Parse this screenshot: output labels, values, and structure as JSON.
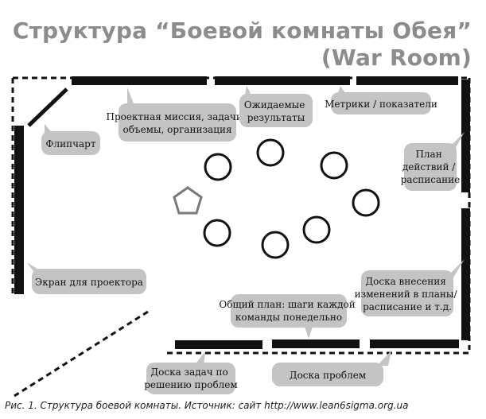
{
  "title": {
    "line1": "Структура “Боевой комнаты Обея”",
    "line2": "(War Room)"
  },
  "callouts": {
    "project_mission": [
      "Проектная миссия, задачи,",
      "объемы, организация"
    ],
    "expected_results": [
      "Ожидаемые",
      "результаты"
    ],
    "metrics": [
      "Метрики / показатели"
    ],
    "flipchart": [
      "Флипчарт"
    ],
    "action_plan": [
      "План",
      "действий /",
      "расписание"
    ],
    "projector_screen": [
      "Экран для проектора"
    ],
    "change_board": [
      "Доска внесения",
      "изменений в планы/",
      "расписание и т.д."
    ],
    "general_plan": [
      "Общий план: шаги каждой",
      "команды понедельно"
    ],
    "task_board": [
      "Доска задач по",
      "решению проблем"
    ],
    "problem_board": [
      "Доска проблем"
    ]
  },
  "caption": "Рис. 1. Структура боевой комнаты. Источник: сайт http://www.lean6sigma.org.ua",
  "colors": {
    "title": "#8c8c8c",
    "walls": "#111111",
    "callout_fill": "#c4c4c4",
    "seat_stroke": "#111111",
    "pentagon_stroke": "#7a7a7a"
  }
}
